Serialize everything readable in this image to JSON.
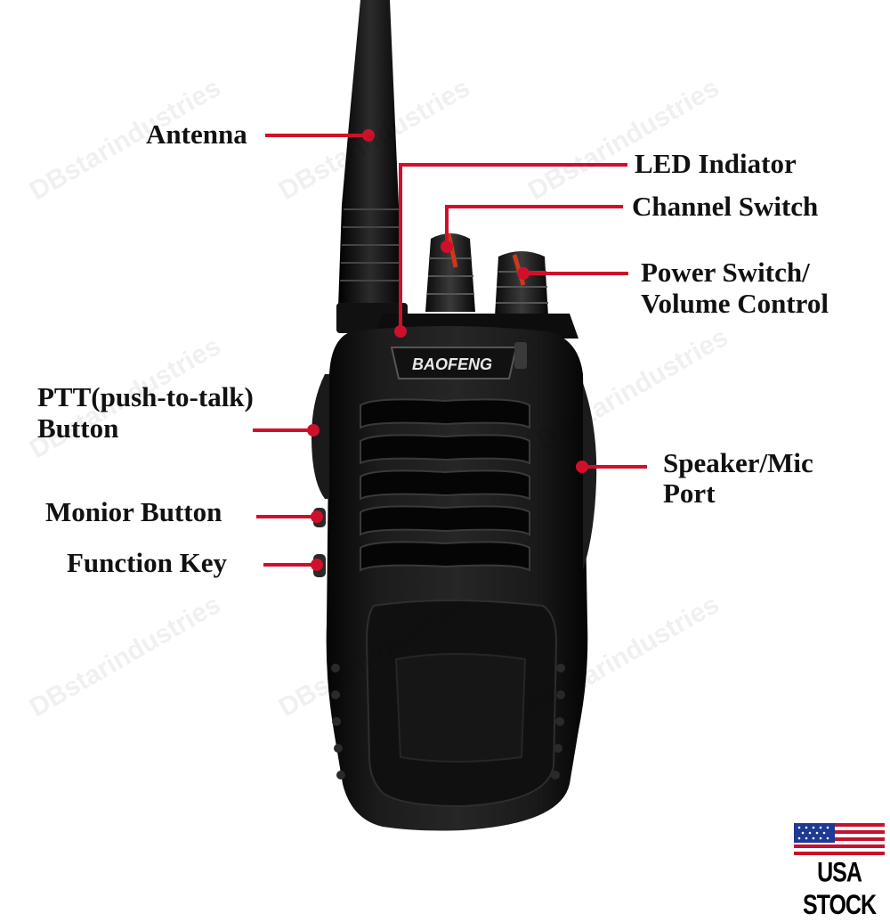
{
  "labels": {
    "antenna": "Antenna",
    "led": "LED Indiator",
    "channel": "Channel Switch",
    "power_line1": "Power Switch/",
    "power_line2": "Volume Control",
    "ptt_line1": "PTT(push-to-talk)",
    "ptt_line2": "Button",
    "speaker_line1": "Speaker/Mic",
    "speaker_line2": "Port",
    "monitor": "Monior Button",
    "function": "Function Key"
  },
  "brand": "BAOFENG",
  "watermark": "DBstarindustries",
  "badge": "USA STOCK",
  "colors": {
    "callout": "#d0102a",
    "radio_body": "#141414",
    "flag_red": "#c8102e",
    "flag_blue": "#1f3a93"
  }
}
